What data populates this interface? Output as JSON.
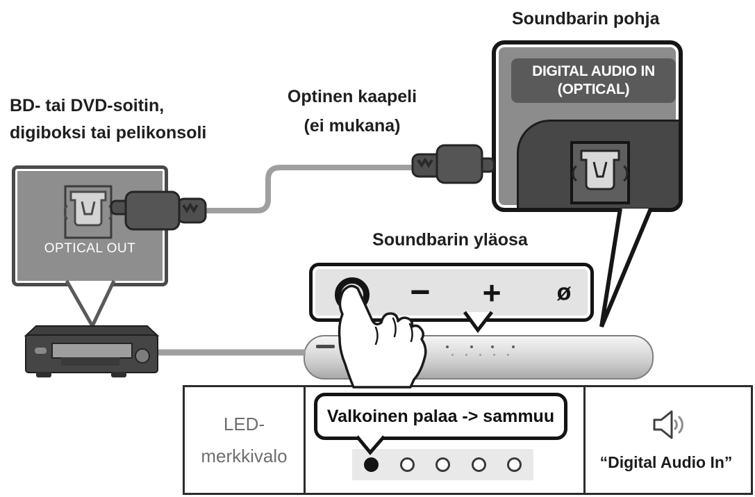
{
  "labels": {
    "soundbar_bottom": "Soundbarin pohja",
    "source_device": [
      "BD- tai DVD-soitin,",
      "digiboksi tai pelikonsoli"
    ],
    "optical_cable": [
      "Optinen kaapeli",
      "(ei mukana)"
    ],
    "soundbar_top": "Soundbarin yläosa"
  },
  "ports": {
    "soundbar_in": [
      "DIGITAL AUDIO IN",
      "(OPTICAL)"
    ],
    "source_out": "OPTICAL OUT"
  },
  "control_panel": {
    "buttons": [
      {
        "name": "multifunction",
        "symbol": "○"
      },
      {
        "name": "volume-down",
        "symbol": "−"
      },
      {
        "name": "volume-up",
        "symbol": "+"
      },
      {
        "name": "mute",
        "symbol": "ø"
      }
    ]
  },
  "status_table": {
    "row_label": [
      "LED-",
      "merkkivalo"
    ],
    "led_callout": "Valkoinen palaa -> sammuu",
    "led_states": [
      "on",
      "off",
      "off",
      "off",
      "off"
    ],
    "voice_prompt": "“Digital Audio In”",
    "speaker_icon": "speaker-with-sound-waves-icon"
  },
  "colors": {
    "callout_gray": "#8d8d8d",
    "dark_gray": "#474747",
    "panel_fill": "#e3e3e3",
    "led_on": "#141414",
    "cable_gray": "#9f9f9f"
  }
}
